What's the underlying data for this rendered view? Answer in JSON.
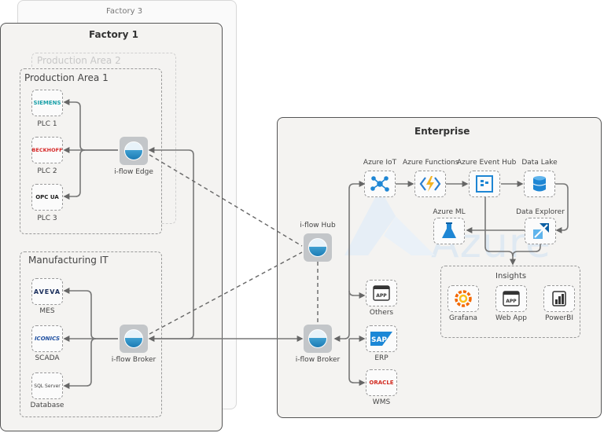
{
  "factory3": {
    "title": "Factory 3"
  },
  "factory1": {
    "title": "Factory 1",
    "production_area_2": "Production Area 2",
    "production_area_1": "Production Area 1",
    "plcs": [
      {
        "label": "PLC 1",
        "brand": "SIEMENS",
        "color": "#1aa0a8"
      },
      {
        "label": "PLC 2",
        "brand": "BECKHOFF",
        "color": "#d62a2a"
      },
      {
        "label": "PLC 3",
        "brand": "OPC UA",
        "color": "#222222"
      }
    ],
    "iflow_edge": "i-flow Edge",
    "manufacturing_it": "Manufacturing IT",
    "systems": [
      {
        "label": "MES",
        "brand": "AVEVA",
        "color": "#1a2e5c"
      },
      {
        "label": "SCADA",
        "brand": "ICONICS",
        "color": "#1e4fa0"
      },
      {
        "label": "Database",
        "brand": "SQL Server",
        "color": "#444444"
      }
    ],
    "iflow_broker": "i-flow Broker"
  },
  "hub": {
    "label": "i-flow Hub"
  },
  "broker": {
    "label": "i-flow Broker"
  },
  "enterprise": {
    "title": "Enterprise",
    "watermark": "Azure",
    "services": [
      {
        "label": "Azure IoT",
        "icon": "azure-iot-icon"
      },
      {
        "label": "Azure Functions",
        "icon": "azure-functions-icon"
      },
      {
        "label": "Azure Event Hub",
        "icon": "event-hub-icon"
      },
      {
        "label": "Data Lake",
        "icon": "data-lake-icon"
      },
      {
        "label": "Azure ML",
        "icon": "azure-ml-icon"
      },
      {
        "label": "Data Explorer",
        "icon": "data-explorer-icon"
      }
    ],
    "outputs": [
      {
        "label": "Others",
        "brand": "APP"
      },
      {
        "label": "ERP",
        "brand": "SAP"
      },
      {
        "label": "WMS",
        "brand": "ORACLE"
      }
    ],
    "insights": {
      "title": "Insights",
      "items": [
        {
          "label": "Grafana",
          "icon": "grafana-icon"
        },
        {
          "label": "Web App",
          "icon": "app-icon",
          "brand": "APP"
        },
        {
          "label": "PowerBI",
          "icon": "powerbi-icon"
        }
      ]
    }
  },
  "colors": {
    "azure_blue": "#1e86d4",
    "line_gray": "#777777",
    "orb_blue": "#2b8cc4"
  }
}
